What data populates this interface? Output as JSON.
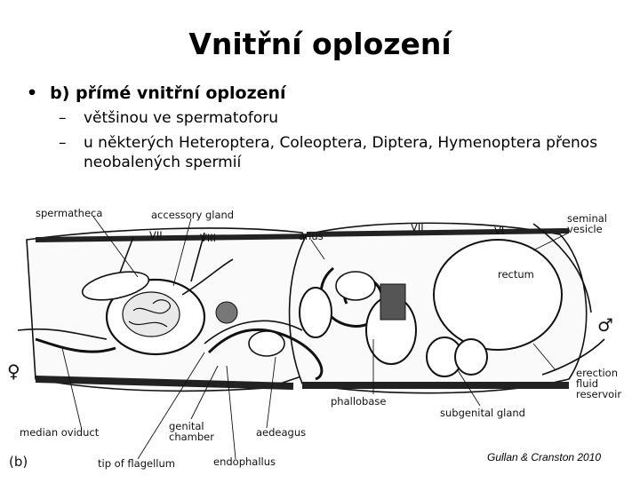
{
  "slide": {
    "title": "Vnitřní oplození",
    "bullet": "b) přímé vnitřní oplození",
    "bullet_marker": "•",
    "subbullets": [
      "většinou ve spermatoforu",
      "u některých Heteroptera, Coleoptera, Diptera, Hymenoptera přenos neobalených spermií"
    ],
    "subbullet_marker": "–"
  },
  "figure": {
    "panel_label": "(b)",
    "female_symbol": "♀",
    "male_symbol": "♂",
    "labels": {
      "spermatheca": "spermatheca",
      "accessory_gland": "accessory gland",
      "vii_left": "VII",
      "viii": "VIII",
      "anus": "anus",
      "vii_right": "VII",
      "vi": "VI",
      "seminal_vesicle": "seminal\nvesicle",
      "rectum": "rectum",
      "erection_fluid_reservoir": "erection\nfluid\nreservoir",
      "phallobase": "phallobase",
      "subgenital_gland": "subgenital gland",
      "median_oviduct": "median oviduct",
      "genital_chamber": "genital\nchamber",
      "aedeagus": "aedeagus",
      "tip_of_flagellum": "tip of flagellum",
      "endophallus": "endophallus"
    },
    "credit": "Gullan & Cranston 2010"
  }
}
